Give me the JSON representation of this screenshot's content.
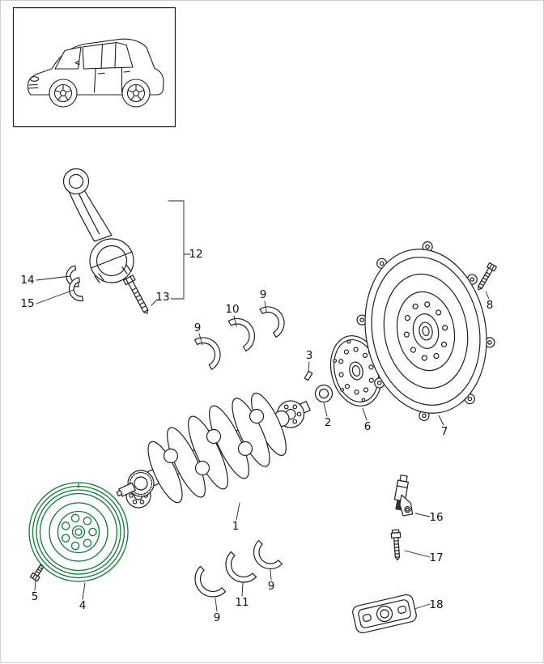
{
  "diagram": {
    "line_color": "#1f1f1f",
    "highlight_color": "#0e7a32",
    "background": "#ffffff",
    "callouts": {
      "c1": "1",
      "c2": "2",
      "c3": "3",
      "c4": "4",
      "c5": "5",
      "c6": "6",
      "c7": "7",
      "c8": "8",
      "c9": "9",
      "c10": "10",
      "c11": "11",
      "c12": "12",
      "c13": "13",
      "c14": "14",
      "c15": "15",
      "c16": "16",
      "c17": "17",
      "c18": "18"
    }
  }
}
